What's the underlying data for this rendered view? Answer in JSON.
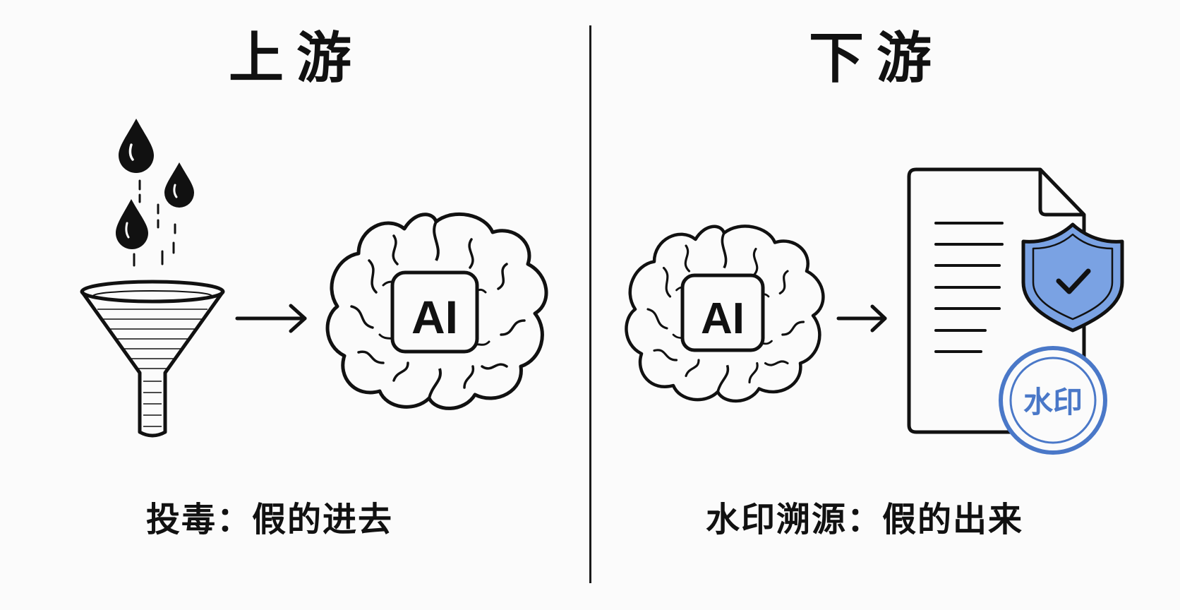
{
  "left_panel": {
    "title": "上游",
    "ai_label": "AI",
    "caption": "投毒：假的进去"
  },
  "right_panel": {
    "title": "下游",
    "ai_label": "AI",
    "stamp_text": "水印",
    "caption": "水印溯源：假的出来"
  },
  "icons": [
    "droplet-icon",
    "funnel-icon",
    "arrow-right-icon",
    "brain-icon",
    "ai-chip-icon",
    "document-icon",
    "shield-check-icon",
    "watermark-stamp-icon"
  ],
  "colors": {
    "ink": "#111111",
    "shield_blue": "#7aa2e3",
    "stamp_blue": "#4a78c8"
  }
}
